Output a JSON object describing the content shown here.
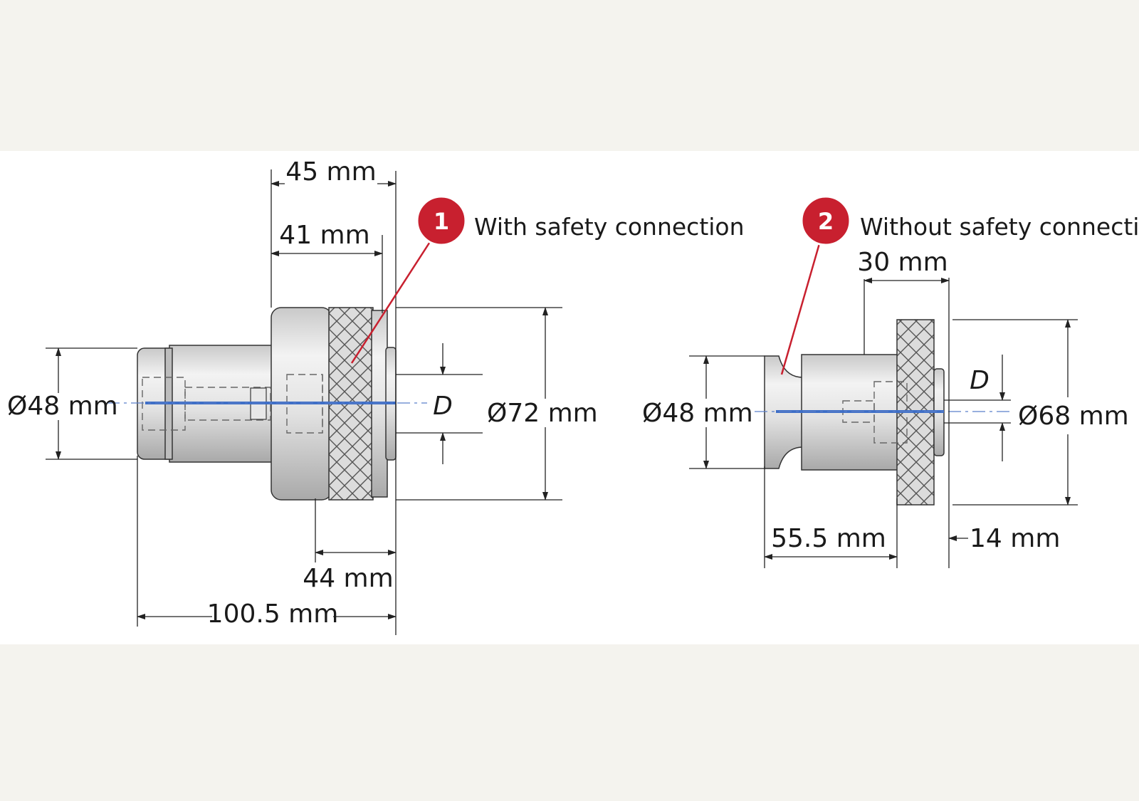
{
  "colors": {
    "page_background": "#f4f3ee",
    "panel_background": "#ffffff",
    "badge_red": "#c8202f",
    "axis_blue": "#3f6fc7",
    "metal": "#d9d9d9"
  },
  "variant_1": {
    "badge_number": "1",
    "label": "With safety connection",
    "dimensions": {
      "dim_45": "45 mm",
      "dim_41": "41 mm",
      "diameter_48": "Ø48 mm",
      "diameter_72": "Ø72 mm",
      "d": "D",
      "dim_44": "44 mm",
      "dim_100_5": "100.5 mm"
    }
  },
  "variant_2": {
    "badge_number": "2",
    "label": "Without safety connection",
    "dimensions": {
      "dim_30": "30 mm",
      "diameter_48": "Ø48 mm",
      "diameter_68": "Ø68 mm",
      "d": "D",
      "dim_55_5": "55.5 mm",
      "dim_14": "14 mm"
    }
  }
}
